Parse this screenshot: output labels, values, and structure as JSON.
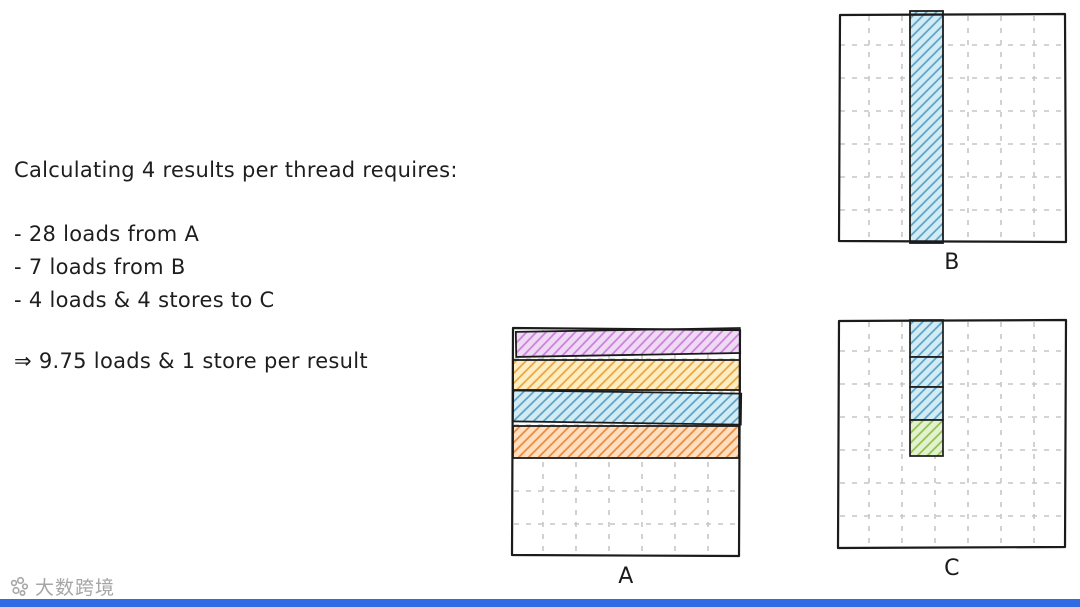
{
  "notes": {
    "intro": "Calculating 4 results per thread requires:",
    "bullets": [
      "- 28 loads from A",
      "- 7 loads from B",
      "- 4 loads & 4 stores to C"
    ],
    "conclusion": "⇒ 9.75 loads & 1 store per result"
  },
  "matrices": {
    "b": {
      "label": "B",
      "highlight": "one full-height column, blue hatched"
    },
    "a": {
      "label": "A",
      "highlight": "four full-width rows: purple, yellow, blue, orange"
    },
    "c": {
      "label": "C",
      "highlight": "column of four cells: blue, blue, blue, green"
    }
  },
  "watermark": {
    "text": "大数跨境"
  },
  "colors": {
    "ink": "#1b1b1b",
    "grid_line": "#c6c6c6",
    "purple_fill": "#f0d9f5",
    "purple_line": "#c77fd8",
    "yellow_fill": "#ffedc2",
    "yellow_line": "#e9a23b",
    "blue_fill": "#d2ecf5",
    "blue_line": "#5b9fc4",
    "orange_fill": "#ffdfc0",
    "orange_line": "#e8883a",
    "green_fill": "#e2f2cd",
    "green_line": "#8fbf4d",
    "watermark_gray": "#a6a6a6",
    "bottom_bar_blue": "#2e6be5"
  }
}
